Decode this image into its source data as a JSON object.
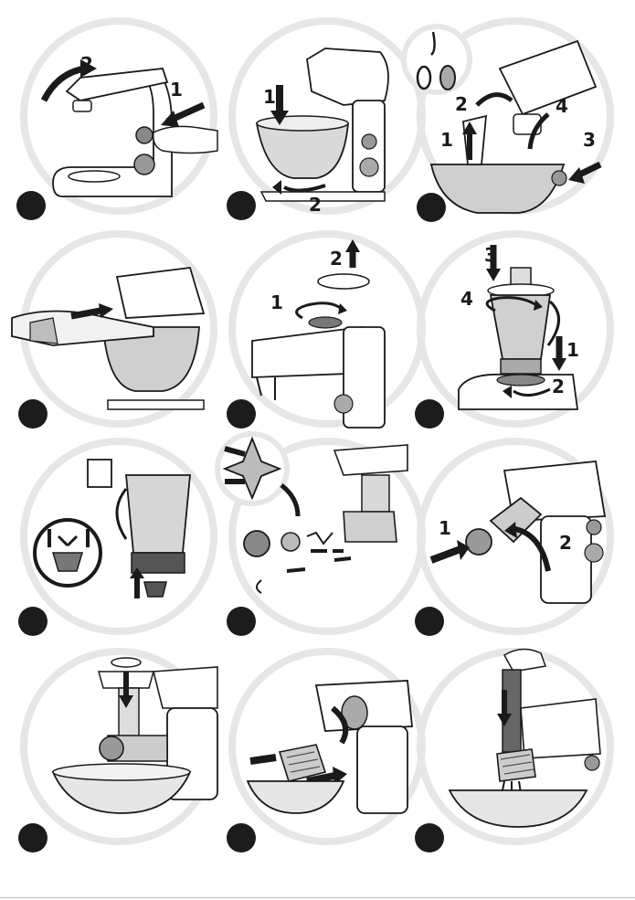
{
  "page": {
    "background": "#ffffff",
    "ink": "#1a1a1a",
    "ring": "#e6e6e6",
    "badge": "#1c1c1c"
  },
  "steps": [
    {
      "callouts": [
        "2",
        "1"
      ]
    },
    {
      "callouts": [
        "1",
        "2"
      ]
    },
    {
      "callouts": [
        "2",
        "4",
        "1",
        "3"
      ]
    },
    {
      "callouts": []
    },
    {
      "callouts": [
        "2",
        "1"
      ]
    },
    {
      "callouts": [
        "3",
        "4",
        "1",
        "2"
      ]
    },
    {
      "callouts": []
    },
    {
      "callouts": []
    },
    {
      "callouts": [
        "1",
        "2"
      ]
    },
    {
      "callouts": []
    },
    {
      "callouts": []
    },
    {
      "callouts": []
    }
  ]
}
